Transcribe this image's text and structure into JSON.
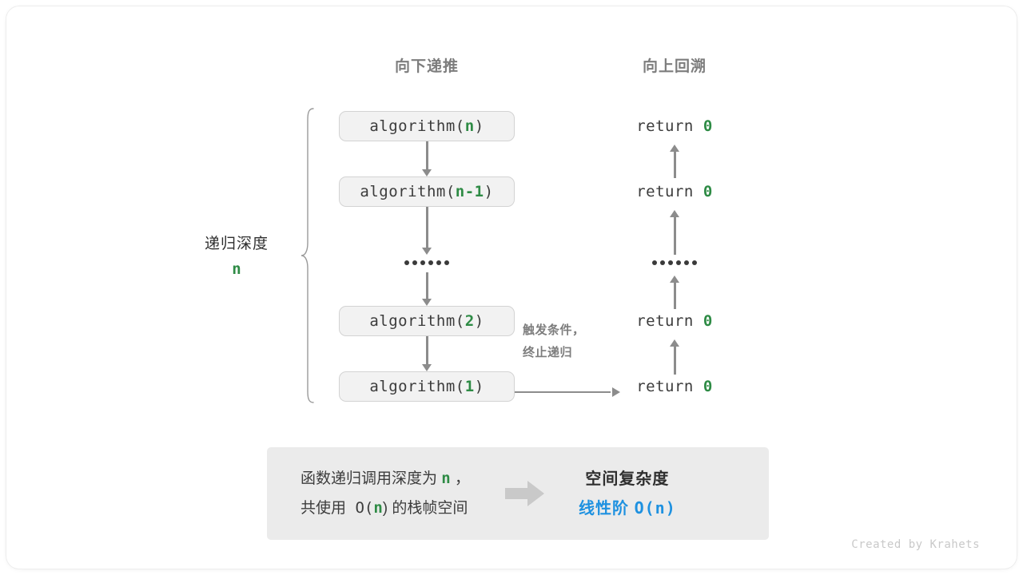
{
  "headers": {
    "down": "向下递推",
    "up": "向上回溯"
  },
  "depth": {
    "title": "递归深度",
    "value": "n"
  },
  "calls": [
    {
      "prefix": "algorithm(",
      "arg": "n",
      "suffix": ")"
    },
    {
      "prefix": "algorithm(",
      "arg": "n-1",
      "suffix": ")"
    },
    {
      "prefix": "algorithm(",
      "arg": "2",
      "suffix": ")"
    },
    {
      "prefix": "algorithm(",
      "arg": "1",
      "suffix": ")"
    }
  ],
  "returns": [
    {
      "keyword": "return ",
      "value": "0"
    },
    {
      "keyword": "return ",
      "value": "0"
    },
    {
      "keyword": "return ",
      "value": "0"
    },
    {
      "keyword": "return ",
      "value": "0"
    }
  ],
  "ellipsis": "••••••",
  "terminate": {
    "line1": "触发条件，",
    "line2": "终止递归"
  },
  "summary": {
    "left_line1_a": "函数递归调用深度为 ",
    "left_line1_n": "n",
    "left_line1_b": " ，",
    "left_line2_a": "共使用 O(",
    "left_line2_n": "n",
    "left_line2_b": ") 的栈帧空间",
    "arrow_icon": "block-arrow-right-icon",
    "right_line1": "空间复杂度",
    "right_line2_a": "线性阶 ",
    "right_line2_b": "O(n)"
  },
  "credit": "Created by Krahets",
  "colors": {
    "accent_green": "#2e8b45",
    "accent_blue": "#1e91e0",
    "box_fill": "#f2f2f2",
    "box_border": "#d3d3d3",
    "arrow_gray": "#8c8c8c",
    "header_gray": "#7d7d7d",
    "panel_fill": "#ebebeb"
  }
}
